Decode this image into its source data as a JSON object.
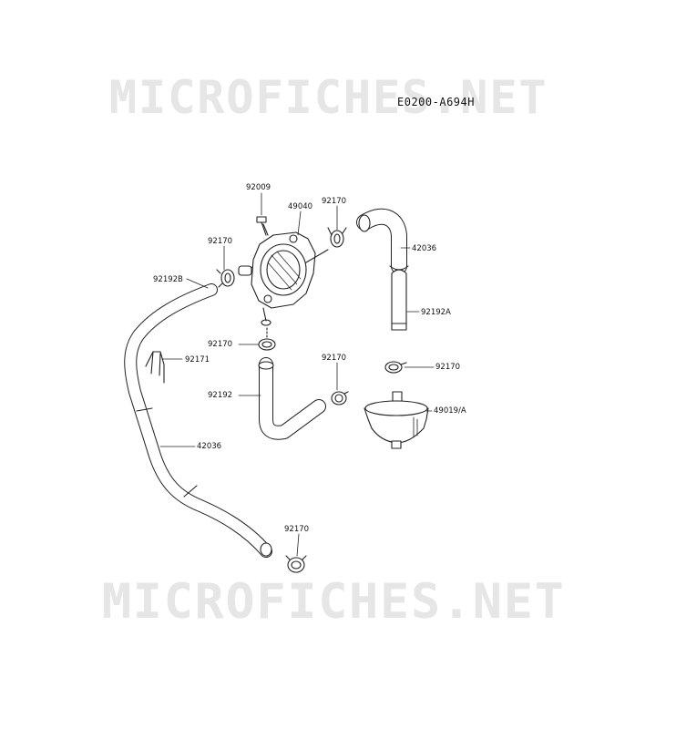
{
  "watermark": "MICROFICHES.NET",
  "diagram_code": "E0200-A694H",
  "labels": {
    "p92009": "92009",
    "p49040": "49040",
    "p92170_top": "92170",
    "p42036_right": "42036",
    "p92170_left": "92170",
    "p92192B": "92192B",
    "p92192A": "92192A",
    "p92170_mid": "92170",
    "p92170_center": "92170",
    "p92171": "92171",
    "p92170_filter": "92170",
    "p92192": "92192",
    "p49019A": "49019/A",
    "p42036_left": "42036",
    "p92170_bottom": "92170"
  }
}
